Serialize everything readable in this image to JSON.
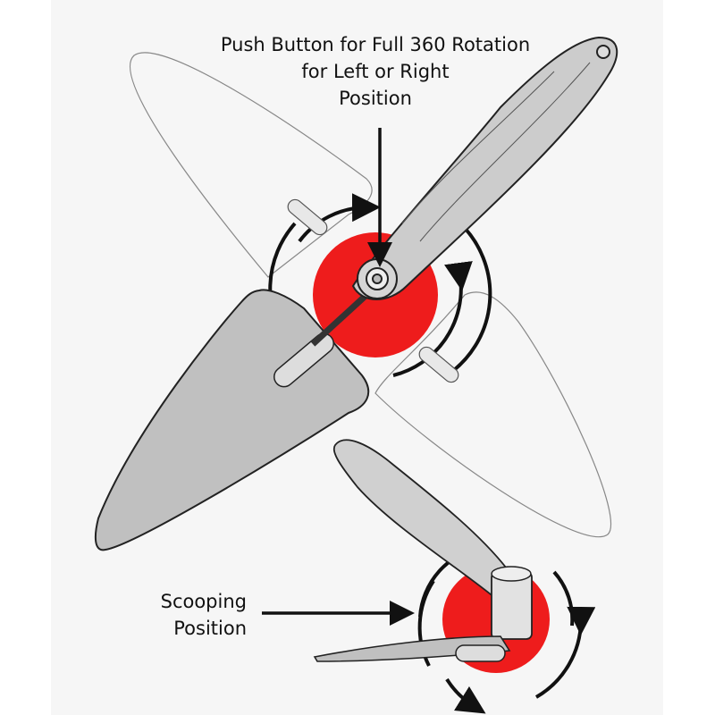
{
  "callouts": {
    "push_button": {
      "line1": "Push Button for Full 360 Rotation",
      "line2": "for Left or Right",
      "line3": "Position"
    },
    "scooping": {
      "line1": "Scooping",
      "line2": "Position"
    }
  },
  "colors": {
    "accent": "#ee1c1c",
    "tool_fill": "#c8c8c8",
    "background": "#f6f6f6"
  }
}
